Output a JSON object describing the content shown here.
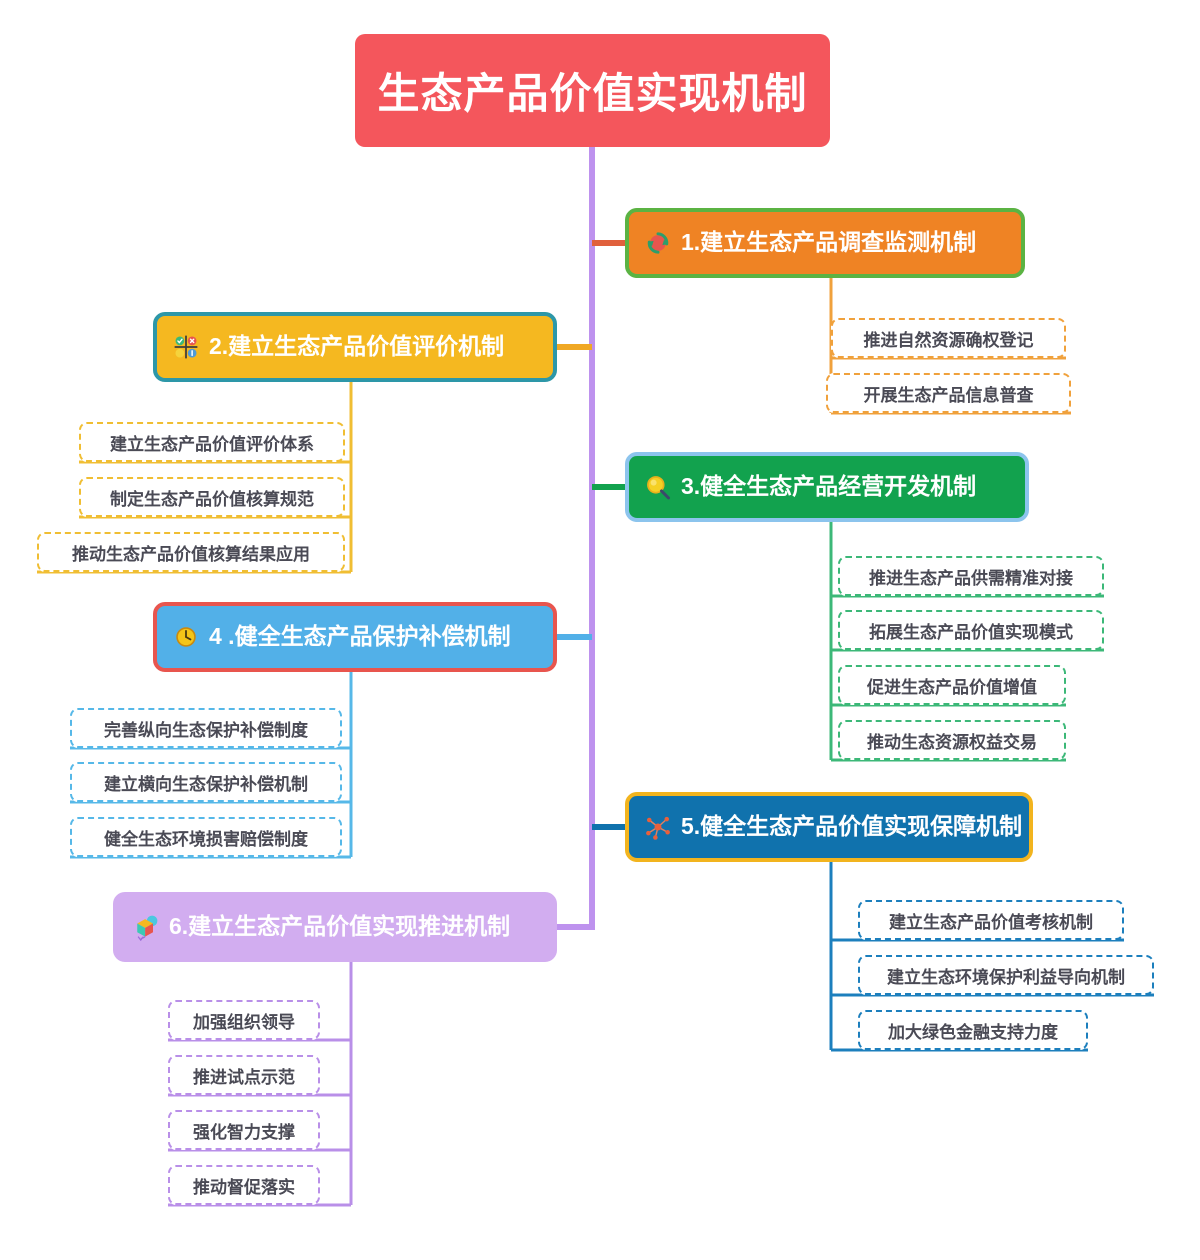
{
  "mindmap": {
    "root": {
      "label": "生态产品价值实现机制",
      "fill": "#F4565C",
      "text_color": "#FFFFFF"
    },
    "trunk_color": "#BE92EE",
    "branches": [
      {
        "id": "branch-1",
        "number": "1",
        "label": "1.建立生态产品调查监测机制",
        "icon": "recycle-icon",
        "fill": "#EF8324",
        "border": "#5BB343",
        "stub_color": "#E0603C",
        "leaf_border": "#F0A13C",
        "side": "right",
        "leaves": [
          "推进自然资源确权登记",
          "开展生态产品信息普查"
        ]
      },
      {
        "id": "branch-2",
        "number": "2",
        "label": "2.建立生态产品价值评价机制",
        "icon": "matrix-grid-icon",
        "fill": "#F5B820",
        "border": "#2D97A8",
        "stub_color": "#F0A824",
        "leaf_border": "#F0BE33",
        "side": "left",
        "leaves": [
          "建立生态产品价值评价体系",
          "制定生态产品价值核算规范",
          "推动生态产品价值核算结果应用"
        ]
      },
      {
        "id": "branch-3",
        "number": "3",
        "label": "3.健全生态产品经营开发机制",
        "icon": "magnifier-icon",
        "fill": "#12A24E",
        "border": "#8CC4ED",
        "stub_color": "#12A24E",
        "leaf_border": "#3CB878",
        "side": "right",
        "leaves": [
          "推进生态产品供需精准对接",
          "拓展生态产品价值实现模式",
          "促进生态产品价值增值",
          "推动生态资源权益交易"
        ]
      },
      {
        "id": "branch-4",
        "number": "4",
        "label": "4 .健全生态产品保护补偿机制",
        "icon": "clock-icon",
        "fill": "#52B0E8",
        "border": "#E8554E",
        "stub_color": "#52B0E8",
        "leaf_border": "#56B8E8",
        "side": "left",
        "leaves": [
          "完善纵向生态保护补偿制度",
          "建立横向生态保护补偿机制",
          "健全生态环境损害赔偿制度"
        ]
      },
      {
        "id": "branch-5",
        "number": "5",
        "label": "5.健全生态产品价值实现保障机制",
        "icon": "network-nodes-icon",
        "fill": "#1072AD",
        "border": "#F2B41E",
        "stub_color": "#1072AD",
        "leaf_border": "#1C7FBD",
        "side": "right",
        "leaves": [
          "建立生态产品价值考核机制",
          "建立生态环境保护利益导向机制",
          "加大绿色金融支持力度"
        ]
      },
      {
        "id": "branch-6",
        "number": "6",
        "label": "6.建立生态产品价值实现推进机制",
        "icon": "gift-cube-balloon-icon",
        "fill": "#D2ADF0",
        "border": "#D2ADF0",
        "stub_color": "#BE92EE",
        "leaf_border": "#B98FE8",
        "side": "left",
        "leaves": [
          "加强组织领导",
          "推进试点示范",
          "强化智力支撑",
          "推动督促落实"
        ]
      }
    ]
  }
}
